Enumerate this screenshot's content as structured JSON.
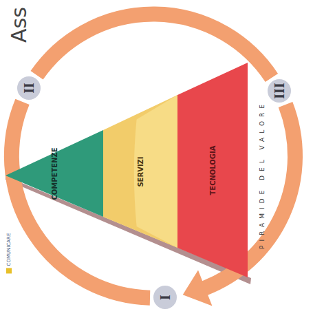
{
  "diagram": {
    "nodes": [
      {
        "text": [
          "COMPETENZE"
        ]
      },
      {
        "text": [
          "SERVIZI"
        ]
      },
      {
        "text": [
          "TECNOLOGIA"
        ]
      },
      {
        "text": [
          "I"
        ]
      },
      {
        "text": [
          "II"
        ]
      },
      {
        "text": [
          "III"
        ]
      }
    ],
    "edges": [
      {
        "from": 3,
        "to": 4,
        "arrow": "none"
      },
      {
        "from": 4,
        "to": 5,
        "arrow": "none"
      },
      {
        "from": 5,
        "to": 3,
        "arrow": "to"
      }
    ],
    "labels": [
      "Ass",
      "PIRAMIDE DEL VALORE"
    ],
    "legend": [
      {
        "text": "COMUNICARE",
        "color": "#e8c02a"
      }
    ]
  }
}
